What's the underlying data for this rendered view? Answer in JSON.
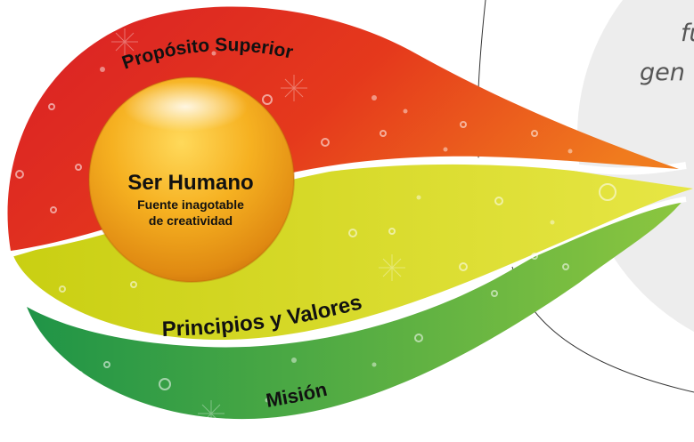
{
  "quote": {
    "line1": "fu",
    "line2": "gen"
  },
  "petals": {
    "top": {
      "label": "Propósito Superior",
      "color_start": "#e2231a",
      "color_end": "#f08a1c"
    },
    "middle": {
      "label": "Principios y Valores",
      "color_start": "#d3d61a",
      "color_end": "#e9e85a"
    },
    "bottom": {
      "label": "Misión",
      "color_start": "#27a34a",
      "color_end": "#7bc143"
    }
  },
  "sphere": {
    "title": "Ser Humano",
    "subtitle_line1": "Fuente inagotable",
    "subtitle_line2": "de creatividad",
    "color": "#f4a81d"
  }
}
